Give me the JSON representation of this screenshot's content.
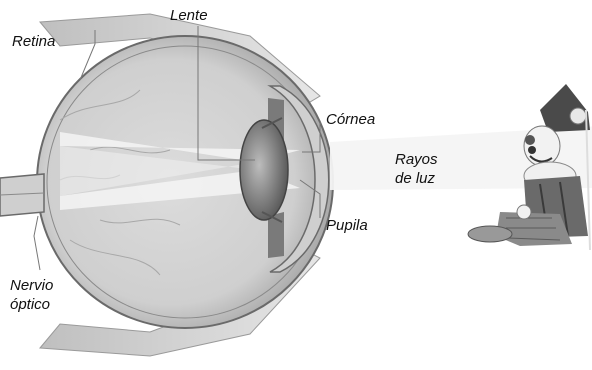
{
  "labels": {
    "lente": "Lente",
    "retina": "Retina",
    "cornea": "Córnea",
    "rayos_line1": "Rayos",
    "rayos_line2": "de luz",
    "pupila": "Pupila",
    "nervio_line1": "Nervio",
    "nervio_line2": "óptico"
  },
  "colors": {
    "eye_fill": "#d2d2d2",
    "light_beam": "#f4f4f4",
    "leader_lines": "#777777"
  },
  "icons": {
    "eye": "eye-cross-section-illustration",
    "clown": "seated-clown-figure"
  }
}
